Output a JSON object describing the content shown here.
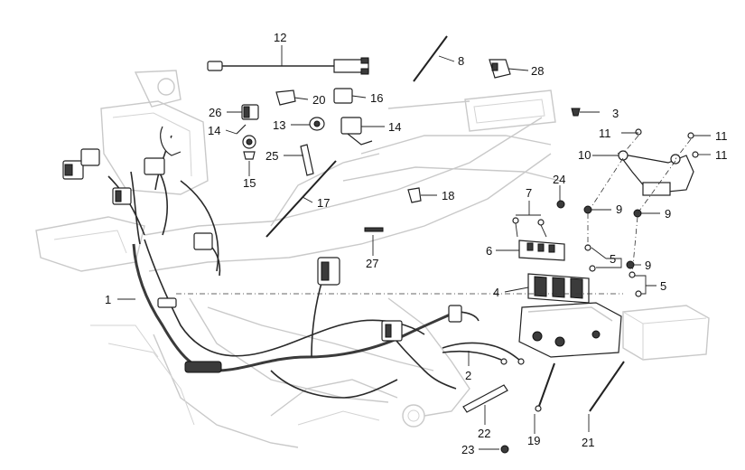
{
  "diagram": {
    "callouts": [
      {
        "id": "c1",
        "label": "1"
      },
      {
        "id": "c2",
        "label": "2"
      },
      {
        "id": "c3",
        "label": "3"
      },
      {
        "id": "c4",
        "label": "4"
      },
      {
        "id": "c5a",
        "label": "5"
      },
      {
        "id": "c5b",
        "label": "5"
      },
      {
        "id": "c6",
        "label": "6"
      },
      {
        "id": "c7",
        "label": "7"
      },
      {
        "id": "c8",
        "label": "8"
      },
      {
        "id": "c9a",
        "label": "9"
      },
      {
        "id": "c9b",
        "label": "9"
      },
      {
        "id": "c9c",
        "label": "9"
      },
      {
        "id": "c10",
        "label": "10"
      },
      {
        "id": "c11a",
        "label": "11"
      },
      {
        "id": "c11b",
        "label": "11"
      },
      {
        "id": "c11c",
        "label": "11"
      },
      {
        "id": "c12",
        "label": "12"
      },
      {
        "id": "c13",
        "label": "13"
      },
      {
        "id": "c14a",
        "label": "14"
      },
      {
        "id": "c14b",
        "label": "14"
      },
      {
        "id": "c15",
        "label": "15"
      },
      {
        "id": "c16",
        "label": "16"
      },
      {
        "id": "c17",
        "label": "17"
      },
      {
        "id": "c18",
        "label": "18"
      },
      {
        "id": "c19",
        "label": "19"
      },
      {
        "id": "c20",
        "label": "20"
      },
      {
        "id": "c21",
        "label": "21"
      },
      {
        "id": "c22",
        "label": "22"
      },
      {
        "id": "c23",
        "label": "23"
      },
      {
        "id": "c24",
        "label": "24"
      },
      {
        "id": "c25",
        "label": "25"
      },
      {
        "id": "c26",
        "label": "26"
      },
      {
        "id": "c27",
        "label": "27"
      },
      {
        "id": "c28",
        "label": "28"
      }
    ]
  }
}
